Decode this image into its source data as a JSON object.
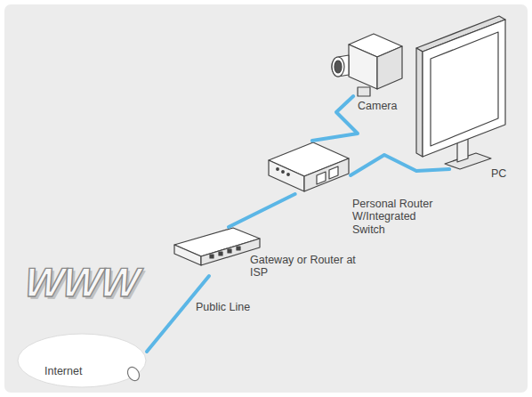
{
  "diagram": {
    "nodes": [
      {
        "text": [
          "WWW",
          "Internet"
        ]
      },
      {
        "text": [
          "Gateway or Router at ISP"
        ]
      },
      {
        "text": [
          "Personal Router W/Integrated Switch"
        ]
      },
      {
        "text": [
          "Camera"
        ]
      },
      {
        "text": [
          "PC"
        ]
      }
    ],
    "edges": [
      {
        "from": 0,
        "to": 1,
        "label": "Public Line",
        "arrow": "none"
      },
      {
        "from": 1,
        "to": 2,
        "arrow": "none"
      },
      {
        "from": 2,
        "to": 3,
        "arrow": "none"
      },
      {
        "from": 2,
        "to": 4,
        "arrow": "none"
      }
    ]
  }
}
